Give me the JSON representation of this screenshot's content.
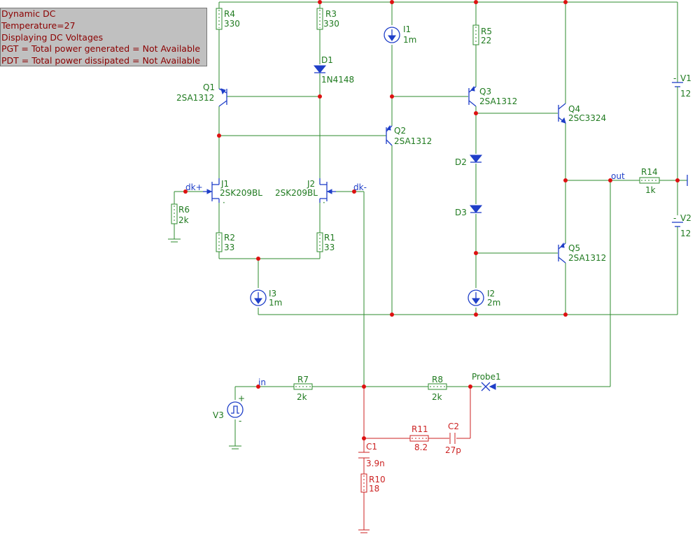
{
  "info_panel": {
    "mode": "Dynamic DC",
    "temperature": "Temperature=27",
    "display": "Displaying DC Voltages",
    "pgt": "PGT = Total power generated = Not Available",
    "pdt": "PDT = Total power dissipated = Not Available"
  },
  "components": {
    "R4": {
      "name": "R4",
      "value": "330"
    },
    "R3": {
      "name": "R3",
      "value": "330"
    },
    "D1": {
      "name": "D1",
      "value": "1N4148"
    },
    "I1": {
      "name": "I1",
      "value": "1m"
    },
    "R5": {
      "name": "R5",
      "value": "22"
    },
    "V1": {
      "name": "V1",
      "value": "12"
    },
    "Q1": {
      "name": "Q1",
      "value": "2SA1312"
    },
    "Q2": {
      "name": "Q2",
      "value": "2SA1312"
    },
    "Q3": {
      "name": "Q3",
      "value": "2SA1312"
    },
    "Q4": {
      "name": "Q4",
      "value": "2SC3324"
    },
    "Q5": {
      "name": "Q5",
      "value": "2SA1312"
    },
    "D2": {
      "name": "D2"
    },
    "D3": {
      "name": "D3"
    },
    "J1": {
      "name": "J1",
      "value": "2SK209BL"
    },
    "J2": {
      "name": "J2",
      "value": "2SK209BL"
    },
    "R6": {
      "name": "R6",
      "value": "2k"
    },
    "R2": {
      "name": "R2",
      "value": "33"
    },
    "R1": {
      "name": "R1",
      "value": "33"
    },
    "R14": {
      "name": "R14",
      "value": "1k"
    },
    "V2": {
      "name": "V2",
      "value": "12"
    },
    "I3": {
      "name": "I3",
      "value": "1m"
    },
    "I2": {
      "name": "I2",
      "value": "2m"
    },
    "R7": {
      "name": "R7",
      "value": "2k"
    },
    "R8": {
      "name": "R8",
      "value": "2k"
    },
    "V3": {
      "name": "V3"
    },
    "R11": {
      "name": "R11",
      "value": "8.2"
    },
    "C2": {
      "name": "C2",
      "value": "27p"
    },
    "C1": {
      "name": "C1",
      "value": "3.9n"
    },
    "R10": {
      "name": "R10",
      "value": "18"
    }
  },
  "nets": {
    "dk_plus": "dk+",
    "dk_minus": "dk-",
    "out": "out",
    "in": "in"
  },
  "probe": {
    "name": "Probe1"
  },
  "colors": {
    "wire": "#2e8b2e",
    "wire_highlight": "#cc2222",
    "symbol": "#1f3fc8",
    "node": "#dd1111",
    "label": "#1f7a1f",
    "info_bg": "#c0c0c0",
    "info_text": "#8b0000"
  }
}
